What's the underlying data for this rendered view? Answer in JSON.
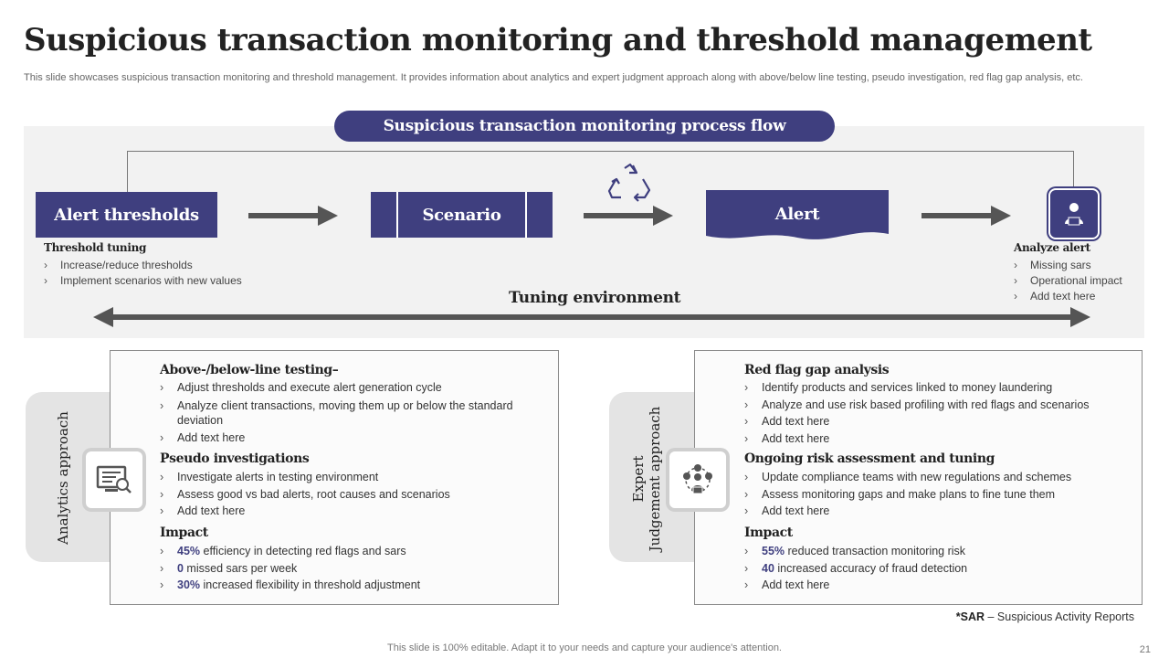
{
  "title": "Suspicious transaction monitoring and threshold management",
  "subtitle": "This slide showcases suspicious transaction monitoring and threshold management. It provides information about analytics and expert judgment approach along with above/below line testing, pseudo investigation, red flag gap analysis, etc.",
  "flow": {
    "header": "Suspicious transaction monitoring process flow",
    "box1": "Alert thresholds",
    "box2": "Scenario",
    "box3": "Alert",
    "left_title": "Threshold tuning",
    "left_items": [
      "Increase/reduce thresholds",
      "Implement scenarios with new values"
    ],
    "right_title": "Analyze alert",
    "right_items": [
      "Missing sars",
      "Operational impact",
      "Add text here"
    ],
    "tuning": "Tuning environment"
  },
  "analytics": {
    "tab_label": "Analytics approach",
    "section1_title": "Above-/below-line testing–",
    "section1_items": [
      "Adjust thresholds and execute alert generation  cycle",
      "Analyze client transactions, moving  them up or below the standard deviation",
      "Add text here"
    ],
    "section2_title": "Pseudo investigations",
    "section2_items": [
      "Investigate  alerts in testing environment",
      "Assess good vs bad alerts, root causes and scenarios",
      "Add text here"
    ],
    "impact_title": "Impact",
    "impact": [
      {
        "value": "45%",
        "text": " efficiency in detecting red flags and sars"
      },
      {
        "value": "0",
        "text": " missed sars per week"
      },
      {
        "value": "30%",
        "text": " increased flexibility in threshold adjustment"
      }
    ]
  },
  "expert": {
    "tab_line1": "Expert",
    "tab_line2": "Judgement approach",
    "section1_title": "Red flag gap analysis",
    "section1_items": [
      "Identify products and services linked to money laundering",
      "Analyze and use risk based profiling with red flags and scenarios",
      "Add text here",
      "Add text here"
    ],
    "section2_title": "Ongoing risk assessment and tuning",
    "section2_items": [
      "Update compliance teams with new regulations and schemes",
      "Assess monitoring gaps and make plans to fine tune them",
      "Add text here"
    ],
    "impact_title": "Impact",
    "impact": [
      {
        "value": "55%",
        "text": " reduced transaction monitoring risk"
      },
      {
        "value": "40",
        "text": " increased accuracy of fraud detection"
      },
      {
        "value": "",
        "text": "Add text here"
      }
    ]
  },
  "footnote": {
    "abbr": "*SAR",
    "text": " – Suspicious Activity Reports"
  },
  "footer": "This slide is 100% editable. Adapt it to your needs and capture your audience's attention.",
  "page_number": "21",
  "colors": {
    "accent": "#3f3f7f",
    "panel": "#f2f2f2",
    "tab": "#e4e4e4"
  },
  "icons": [
    "recycle-icon",
    "analyst-user-icon",
    "analytics-monitor-icon",
    "expert-network-icon",
    "arrow-right-icon",
    "double-arrow-icon"
  ]
}
